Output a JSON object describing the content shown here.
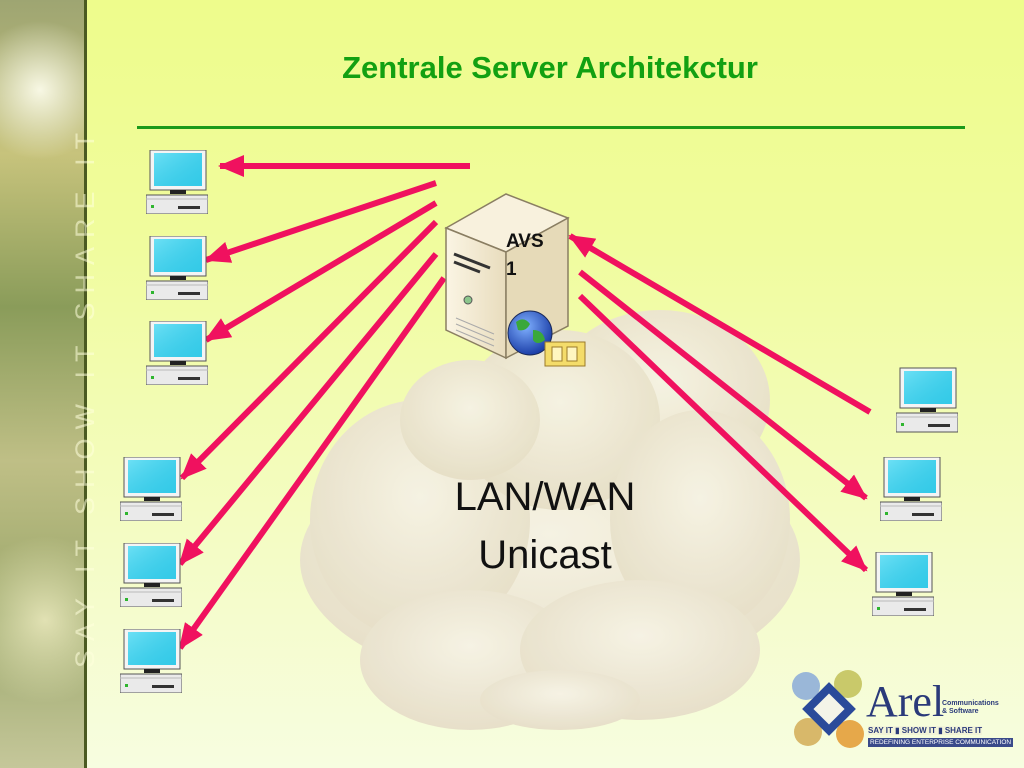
{
  "slide": {
    "title": "Zentrale Server Architekctur",
    "sidebar_tagline": "SAY IT   SHOW IT   SHARE IT"
  },
  "diagram": {
    "server_label_line1": "AVS",
    "server_label_line2": "1",
    "network_label_line1": "LAN/WAN",
    "network_label_line2": "Unicast",
    "arrow_color": "#f0115f",
    "title_color": "#12a012"
  },
  "logo": {
    "brand": "Arel",
    "sub": "Communications & Software",
    "tagline": "SAY IT ▮ SHOW IT ▮ SHARE IT",
    "strap": "REDEFINING ENTERPRISE COMMUNICATION"
  }
}
